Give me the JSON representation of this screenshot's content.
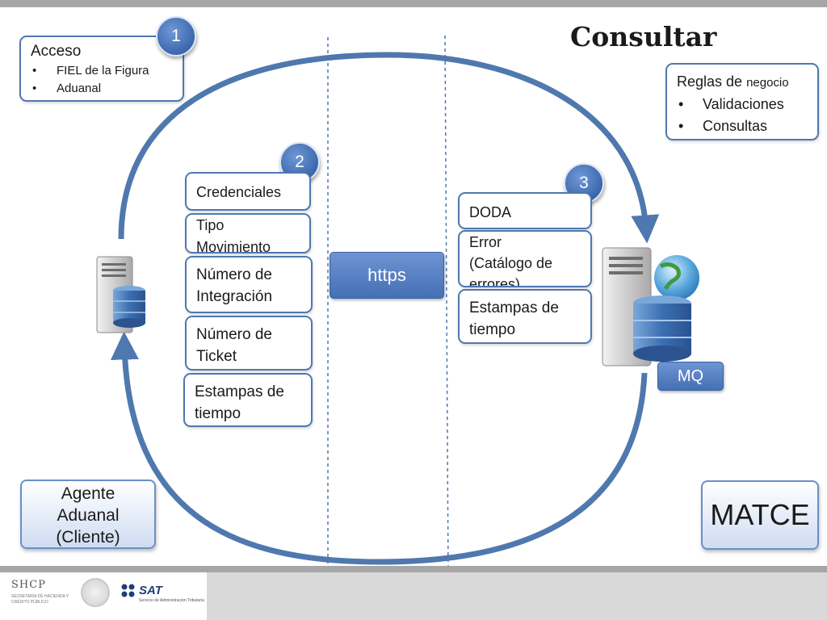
{
  "title": "Consultar",
  "steps": {
    "one": {
      "badge": "1",
      "heading": "Acceso",
      "items": [
        "FIEL de la Figura",
        "Aduanal"
      ]
    },
    "two": {
      "badge": "2",
      "fields": [
        "Credenciales",
        "Tipo\nMovimiento",
        "Número de\nIntegración",
        "Número de\nTicket",
        "Estampas de\ntiempo"
      ]
    },
    "three": {
      "badge": "3",
      "fields": [
        "DODA",
        "Error\n(Catálogo de\nerrores)",
        "Estampas de\ntiempo"
      ]
    }
  },
  "rules": {
    "heading_prefix": "Reglas de ",
    "heading_suffix": "negocio",
    "items": [
      "Validaciones",
      "Consultas"
    ]
  },
  "protocol": "https",
  "queue": "MQ",
  "client_label": "Agente\nAduanal\n(Cliente)",
  "server_label": "MATCE",
  "footer": {
    "shcp": "SHCP",
    "shcp_sub": "SECRETARÍA DE HACIENDA Y CRÉDITO PÚBLICO",
    "sat": "SAT",
    "sat_sub": "Servicio de Administración Tributaria"
  },
  "colors": {
    "arrow": "#4f78ae",
    "box_border": "#4f78ae",
    "badge": "#3b68ae"
  }
}
